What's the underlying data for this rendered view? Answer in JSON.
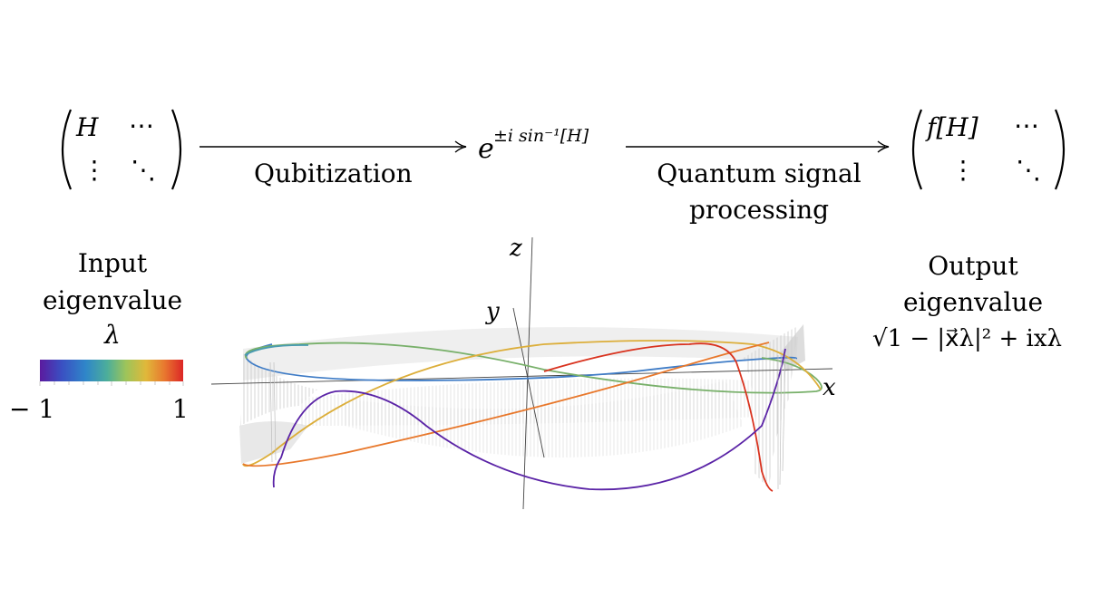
{
  "left_matrix": {
    "top_left": "H",
    "top_right": "⋯",
    "bottom_left": "⋮",
    "bottom_right": "⋱"
  },
  "right_matrix": {
    "top_left": "f[H]",
    "top_right": "⋯",
    "bottom_left": "⋮",
    "bottom_right": "⋱"
  },
  "middle_expr": {
    "base": "e",
    "exponent": "±i sin⁻¹[H]"
  },
  "arrow1_label": "Qubitization",
  "arrow2_label_line1": "Quantum signal",
  "arrow2_label_line2": "processing",
  "input": {
    "line1": "Input",
    "line2": "eigenvalue",
    "symbol": "λ",
    "min_label": "− 1",
    "max_label": "1"
  },
  "output": {
    "line1": "Output",
    "line2": "eigenvalue",
    "formula": "√1 − |x⃗λ|² + ixλ"
  },
  "axes": {
    "x": "x",
    "y": "y",
    "z": "z"
  },
  "colors": {
    "colorbar": [
      "#5b1a9e",
      "#3a4fc2",
      "#2f86c9",
      "#4cae9a",
      "#9dc45a",
      "#e0b83a",
      "#e8772f",
      "#dc2626"
    ],
    "curve_purple": "#5a23a6",
    "curve_blue": "#3f7cc6",
    "curve_green": "#78b06a",
    "curve_yellow": "#dcae3a",
    "curve_orange": "#e8782c",
    "curve_red": "#d9331f",
    "surface_gray": "#c8c8c8"
  }
}
